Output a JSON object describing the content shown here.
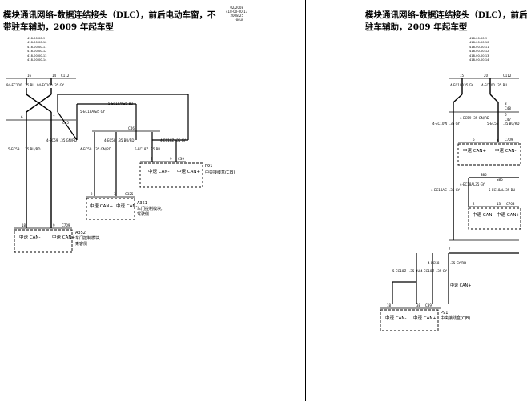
{
  "left_page": {
    "title_line1": "模块通讯网络-数据连结接头（DLC），前后电动车窗，不",
    "title_line2": "带驻车辅助，2009 年起车型",
    "header_lines": [
      "02/2008",
      "418-00-00-13",
      "2008.25",
      "Focus"
    ],
    "ref_codes": [
      "418-00-00-9",
      "418-00-00-10",
      "418-00-00-11",
      "418-00-00-12",
      "418-00-00-13",
      "418-00-00-14"
    ],
    "top_pins": [
      "16",
      "14",
      "C112"
    ],
    "top_wires": [
      "94-EC100",
      ".35 BU",
      "94-EC100",
      ".35 GY"
    ],
    "splice_pins": [
      "8",
      "C47"
    ],
    "splice_wires": [
      "5-EC18AG",
      ".35 BU",
      "5-EC18AG",
      ".35 GY"
    ],
    "mid_pins": [
      "6",
      "7",
      "C46",
      "C45"
    ],
    "branch_wires": [
      "5-EC59",
      ".35 BU/RD",
      "4-EC59",
      ".35 GN/RD",
      "4-EC59",
      ".35 GN/RD",
      "4-EC58",
      ".35 BU/RD",
      "5-EC18Z",
      ".35 BU",
      "4-EC18Z",
      ".35 GY"
    ],
    "c39_pins": [
      "8",
      "9",
      "C39"
    ],
    "p91": {
      "code": "P91",
      "name": "中央接线盒(CJB)",
      "label_high": "中速 CAN-",
      "label_low": "中速 CAN+"
    },
    "a351": {
      "code": "A351",
      "name_l1": "车门控制模块,",
      "name_l2": "驾驶侧",
      "pins": [
        "2",
        "3",
        "C325"
      ],
      "label_a": "中速 CAN+",
      "label_b": "中速 CAN-"
    },
    "a352": {
      "code": "A352",
      "name_l1": "车门控制模块,",
      "name_l2": "乘客侧",
      "pins": [
        "18",
        "9",
        "C709"
      ],
      "label_a": "中速 CAN-",
      "label_b": "中速 CAN+"
    }
  },
  "right_page": {
    "title_line1": "模块通讯网络-数据连结接头（DLC），前后",
    "title_line2": "驻车辅助，2009 年起车型",
    "ref_codes": [
      "418-00-00-9",
      "418-00-00-10",
      "418-00-00-11",
      "418-00-00-12",
      "418-00-00-13",
      "418-00-00-14"
    ],
    "top_pins": [
      "15",
      "20",
      "C112"
    ],
    "top_wires": [
      "4-EC100",
      ".35 GY",
      "4-EC100",
      ".35 BU"
    ],
    "mid_pins": [
      "8",
      "C48",
      "6",
      "C47"
    ],
    "mid_wires": [
      "4-EC59",
      ".35 GN/RD",
      "4-EC10W",
      ".35 GY",
      "5-EC59",
      ".35 BU/RD"
    ],
    "upper_module": {
      "pins": [
        "6",
        "7",
        "C709"
      ],
      "label_a": "中速 CAN+",
      "label_b": "中速 CAN-"
    },
    "splice": [
      "S85",
      "S86"
    ],
    "splice_wires": [
      "4-EC18AL",
      ".35 GY",
      "4-EC18AC",
      ".35 GY",
      "5-EC18AL",
      ".35 BU"
    ],
    "lower_module": {
      "pins": [
        "2",
        "13",
        "C708"
      ],
      "label_a": "中速 CAN-",
      "label_b": "中速 CAN+"
    },
    "pin7": "7",
    "lower_wires": [
      "4-EC58",
      ".35 GY/RD",
      "5-EC18Z",
      ".35 BU",
      "4-EC18Z",
      ".35 GY"
    ],
    "can_label": "中速 CAN+",
    "p91": {
      "code": "P91",
      "name": "中央接线盒(CJB)",
      "pins": [
        "18",
        "38",
        "C39"
      ],
      "label_a": "中速 CAN-",
      "label_b": "中速 CAN+"
    }
  }
}
